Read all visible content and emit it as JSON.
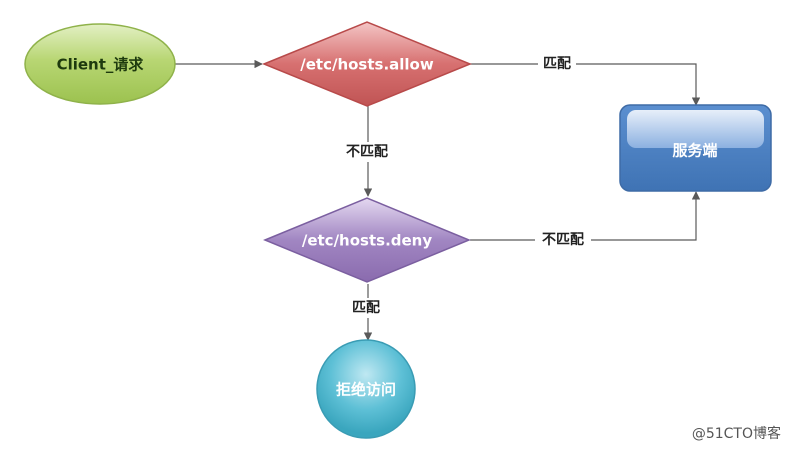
{
  "nodes": {
    "client": {
      "label": "Client_请求",
      "fill": "#a9cc5e",
      "stroke": "#8fb24a",
      "text_color": "#1e3a0e"
    },
    "allow": {
      "label": "/etc/hosts.allow",
      "fill": "#cf6464",
      "stroke": "#b84a4a",
      "text_color": "#ffffff"
    },
    "deny": {
      "label": "/etc/hosts.deny",
      "fill": "#9577b8",
      "stroke": "#7b5fa0",
      "text_color": "#ffffff"
    },
    "server": {
      "label": "服务端",
      "fill": "#4a7ebf",
      "stroke": "#3e6ba6",
      "text_color": "#ffffff"
    },
    "reject": {
      "label": "拒绝访问",
      "fill": "#4fb4cc",
      "stroke": "#3a9cb4",
      "text_color": "#ffffff"
    }
  },
  "edges": {
    "allow_match": "匹配",
    "allow_no_match": "不匹配",
    "deny_no_match": "不匹配",
    "deny_match": "匹配"
  },
  "colors": {
    "edge": "#5a5a5a"
  },
  "watermark": "@51CTO博客"
}
